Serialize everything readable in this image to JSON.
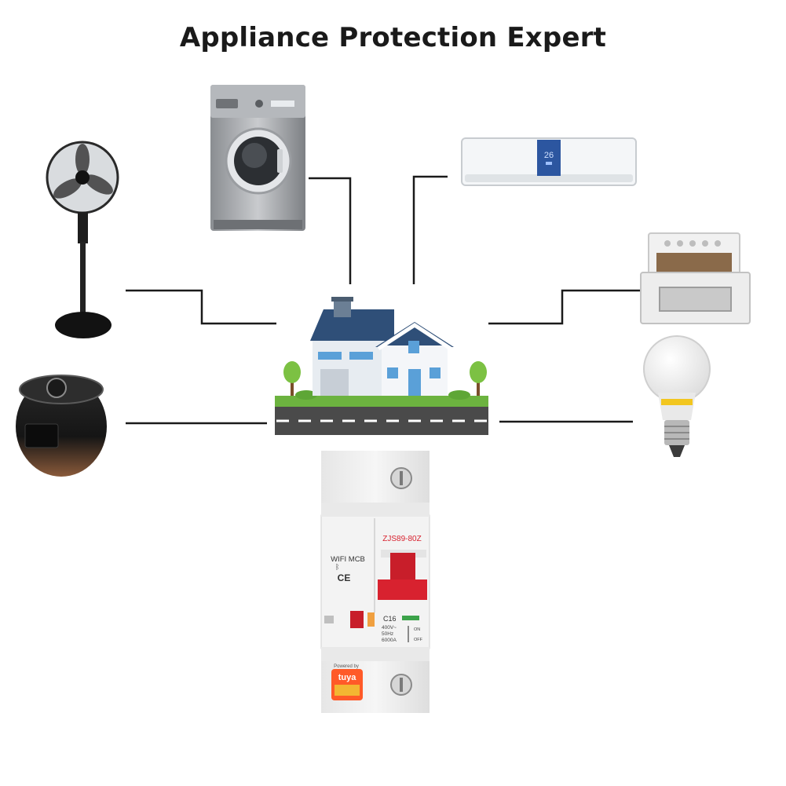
{
  "title": "Appliance Protection Expert",
  "breaker": {
    "model": "ZJS89-80Z",
    "type_label": "WIFI MCB",
    "ce_mark": "CE",
    "rating": "C16",
    "voltage": "400V~",
    "frequency": "50Hz",
    "capacity": "6000A",
    "on_label": "ON",
    "off_label": "OFF",
    "powered_by": "Powered by",
    "brand": "tuya"
  },
  "ac_display": "26",
  "colors": {
    "roof": "#2f4f78",
    "wall": "#e8edf2",
    "grass": "#6cb33f",
    "road": "#4a4a4a",
    "breaker_handle": "#d8222f",
    "tuya": "#ff5a28",
    "line": "#1a1a1a"
  }
}
